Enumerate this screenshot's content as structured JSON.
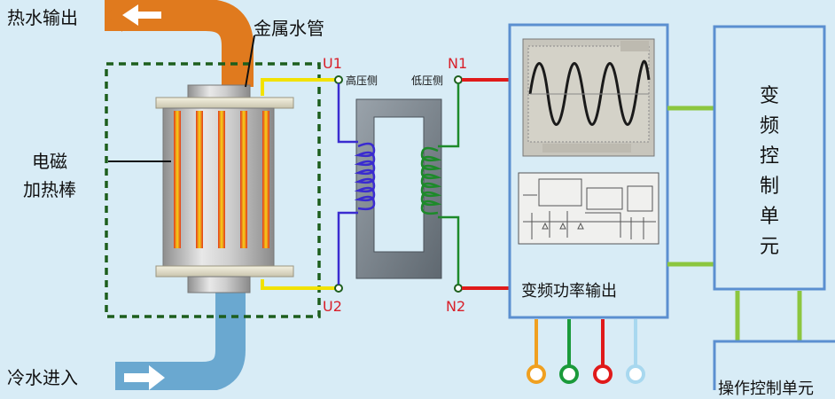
{
  "labels": {
    "hot_water_out": "热水输出",
    "metal_pipe": "金属水管",
    "heater_line1": "电磁",
    "heater_line2": "加热棒",
    "cold_water_in": "冷水进入",
    "u1": "U1",
    "u2": "U2",
    "n1": "N1",
    "n2": "N2",
    "high_side": "高压侧",
    "low_side": "低压侧",
    "power_output": "变频功率输出",
    "vfd_unit": "变频控制单元",
    "operation_unit": "操作控制单元"
  },
  "colors": {
    "background": "#d8ecf6",
    "pipe_hot": "#e07a1e",
    "pipe_cold": "#6aa8d0",
    "dashed_box": "#1d5e1d",
    "wire_yellow": "#f2e200",
    "wire_red": "#e01a1a",
    "coil_primary": "#3a2bd0",
    "coil_secondary": "#1d8a2a",
    "link_green": "#8cc63f",
    "box_border": "#5b8fd0",
    "terminal_orange": "#f0a020",
    "terminal_green": "#1a9a3a",
    "terminal_red": "#e01a1a",
    "terminal_lightblue": "#a8d8ef"
  }
}
